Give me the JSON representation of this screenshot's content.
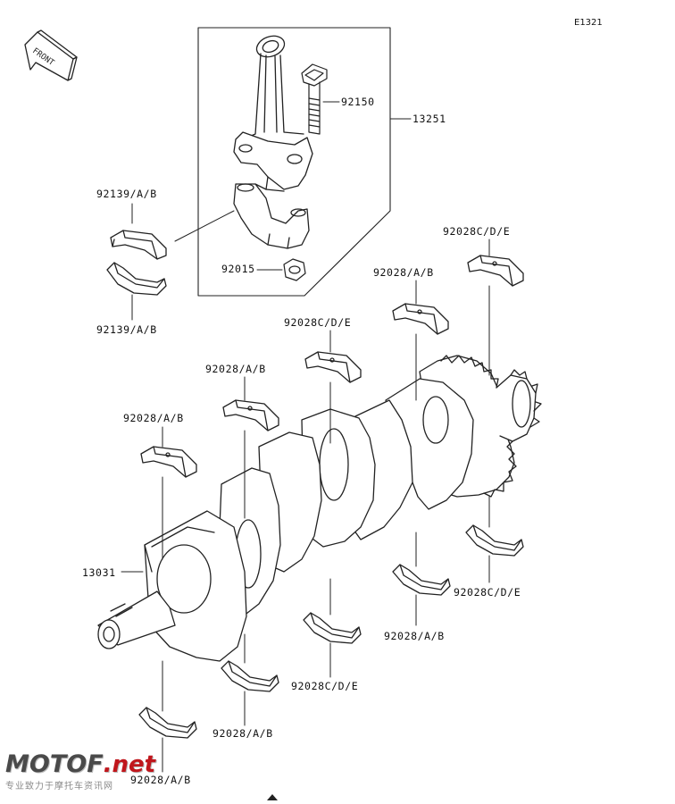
{
  "diagram": {
    "id": "E1321",
    "front_badge": "FRONT",
    "watermark": {
      "brand": "MOTOF",
      "tld": ".net",
      "tagline": "专业致力于摩托车资讯网"
    }
  },
  "labels": {
    "bolt": "92150",
    "conrod_assy": "13251",
    "nut": "92015",
    "rod_bearing_upper": "92139/A/B",
    "rod_bearing_lower": "92139/A/B",
    "main_bearing_1": "92028C/D/E",
    "main_bearing_2": "92028/A/B",
    "main_bearing_3": "92028C/D/E",
    "main_bearing_4": "92028/A/B",
    "main_bearing_5": "92028/A/B",
    "crankshaft": "13031",
    "main_bearing_6": "92028C/D/E",
    "main_bearing_7": "92028/A/B",
    "main_bearing_8": "92028C/D/E",
    "main_bearing_9": "92028/A/B",
    "main_bearing_10": "92028/A/B"
  }
}
